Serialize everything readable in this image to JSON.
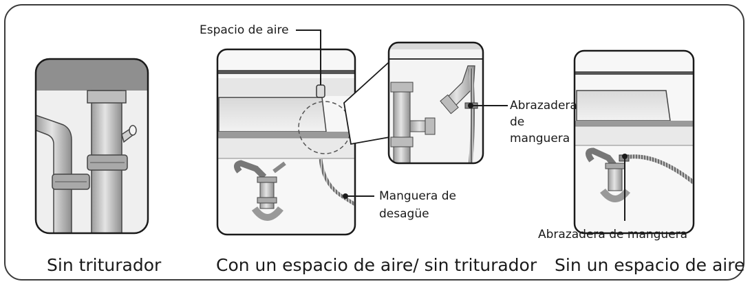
{
  "captions": {
    "left": "Sin triturador",
    "middle": "Con un espacio de aire/ sin triturador",
    "right": "Sin un espacio de aire"
  },
  "callouts": {
    "air_gap": "Espacio de aire",
    "hose_clamp_zoom_line1": "Abrazadera",
    "hose_clamp_zoom_line2": "de",
    "hose_clamp_zoom_line3": "manguera",
    "drain_hose_line1": "Manguera de",
    "drain_hose_line2": "desagüe",
    "hose_clamp_bottom": "Abrazadera de manguera"
  }
}
